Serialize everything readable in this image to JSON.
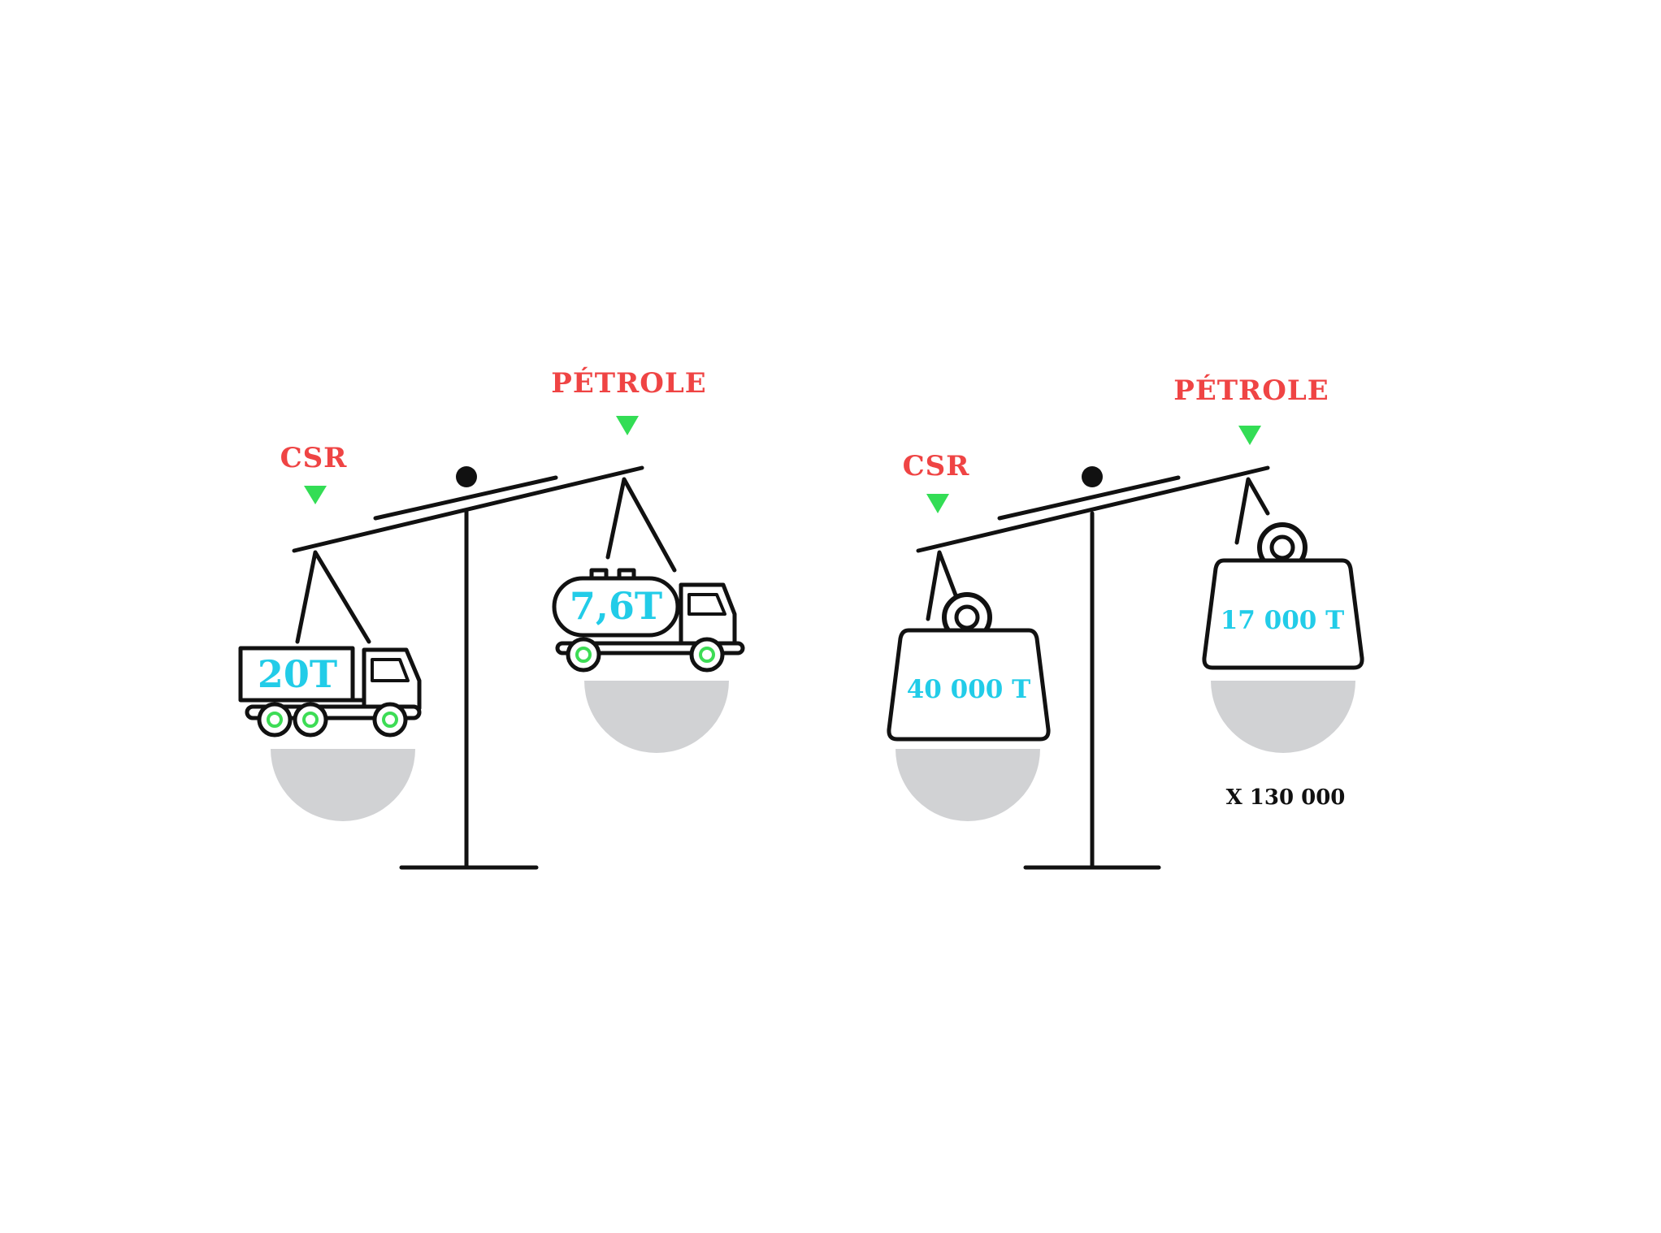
{
  "colors": {
    "label": "#ef4444",
    "marker": "#33dd55",
    "value": "#22cce8",
    "pan": "#d1d2d4",
    "ink": "#111111"
  },
  "left_scale": {
    "left_label": "CSR",
    "right_label": "PÉTROLE",
    "left_value": "20T",
    "right_value": "7,6T",
    "left_object_icon": "truck-icon",
    "right_object_icon": "tanker-truck-icon"
  },
  "right_scale": {
    "left_label": "CSR",
    "right_label": "PÉTROLE",
    "left_value": "40 000 T",
    "right_value": "17 000 T",
    "left_object_icon": "weight-icon",
    "right_object_icon": "weight-icon",
    "multiplier": "X 130 000"
  }
}
